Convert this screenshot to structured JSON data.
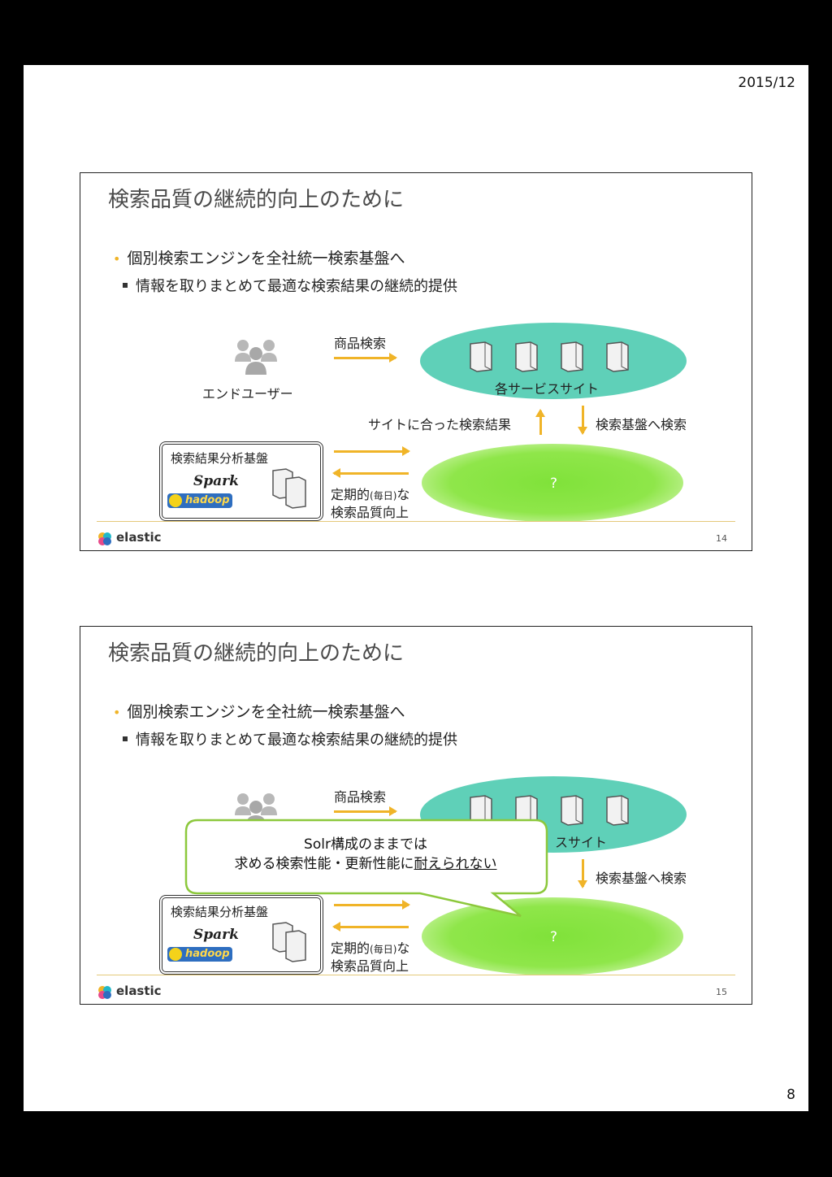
{
  "page": {
    "date": "2015/12",
    "number": "8"
  },
  "slides": [
    {
      "title": "検索品質の継続的向上のために",
      "bullet1": "個別検索エンジンを全社統一検索基盤へ",
      "bullet2": "情報を取りまとめて最適な検索結果の継続的提供",
      "product_search": "商品検索",
      "end_user": "エンドユーザー",
      "service_sites": "各サービスサイト",
      "site_results": "サイトに合った検索結果",
      "search_platform": "検索基盤へ検索",
      "analysis_label": "検索結果分析基盤",
      "spark": "Spark",
      "hadoop": "hadoop",
      "periodic_line1": "定期的",
      "periodic_daily": "(毎日)",
      "periodic_na": "な",
      "periodic_line2": "検索品質向上",
      "unknown": "?",
      "brand": "elastic",
      "slide_number": "14"
    },
    {
      "title": "検索品質の継続的向上のために",
      "bullet1": "個別検索エンジンを全社統一検索基盤へ",
      "bullet2": "情報を取りまとめて最適な検索結果の継続的提供",
      "product_search": "商品検索",
      "service_sites_partial": "スサイト",
      "search_platform": "検索基盤へ検索",
      "analysis_label": "検索結果分析基盤",
      "spark": "Spark",
      "hadoop": "hadoop",
      "periodic_line1": "定期的",
      "periodic_daily": "(毎日)",
      "periodic_na": "な",
      "periodic_line2": "検索品質向上",
      "unknown": "?",
      "brand": "elastic",
      "slide_number": "15",
      "callout_line1": "Solr構成のままでは",
      "callout_line2a": "求める検索性能・更新性能に",
      "callout_line2b": "耐えられない"
    }
  ],
  "colors": {
    "accent": "#f0b428",
    "teal": "#5fd0b8",
    "green": "#80e23a",
    "callout_border": "#8cc83c"
  }
}
